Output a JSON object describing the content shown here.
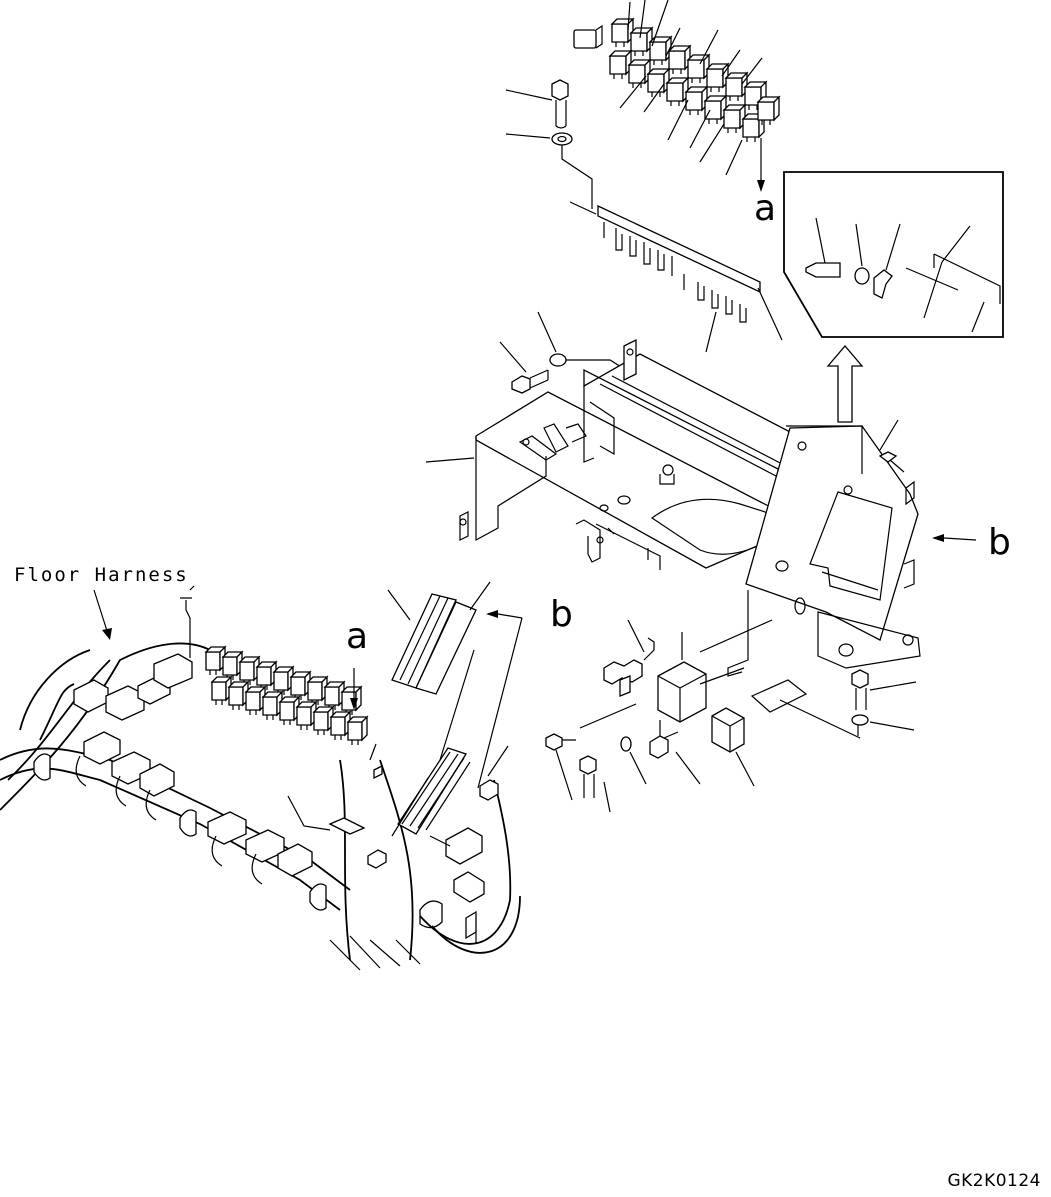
{
  "labels": {
    "floor_harness": "Floor Harness",
    "callout_a_top": "a",
    "callout_b_right": "b",
    "callout_b_mid": "b",
    "callout_a_left": "a",
    "drawing_code": "GK2K0124"
  },
  "colors": {
    "line": "#000000",
    "background": "#ffffff"
  }
}
